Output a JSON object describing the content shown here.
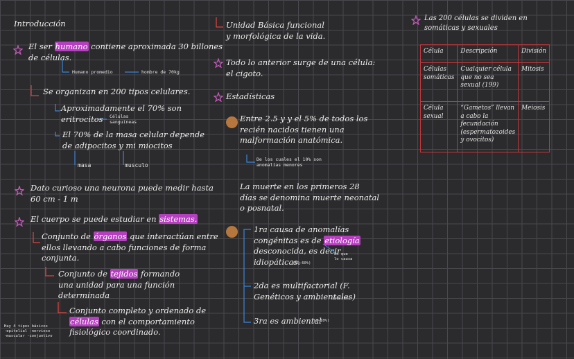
{
  "heading": "Introducción",
  "left": {
    "p1": [
      "El ser ",
      "humano",
      " contiene aproximada 30 billones",
      "de células."
    ],
    "n1a": "Humano promedio",
    "n1b": "hombre de 70kg",
    "p2": "Se organizan en 200 tipos celulares.",
    "p3": [
      "Aproximadamente el 70% son",
      "eritrocitos"
    ],
    "n3": [
      "Células",
      "sanguíneas"
    ],
    "p4": [
      "El 70% de la masa celular depende",
      "de adipocitos y mi miocitos"
    ],
    "n4a": "masa",
    "n4b": "musculo",
    "p5": [
      "Dato curioso una neurona puede medir hasta",
      "60 cm - 1 m"
    ],
    "p6": [
      "El cuerpo se puede estudiar en ",
      "sistemas."
    ],
    "p7": [
      "Conjunto de ",
      "órganos",
      " que interactúan entre",
      "ellos llevando a cabo funciones de forma",
      "conjunta."
    ],
    "p8": [
      "Conjunto de ",
      "tejidos",
      " formando",
      "una unidad para una función",
      "determinada"
    ],
    "p9": [
      "Conjunto completo y ordenado de",
      "células",
      " con el comportamiento",
      "fisiológico coordinado."
    ],
    "corner": [
      "Hay 4 tipos básicos",
      "-epitelial    -nervioso",
      "-muscular   -conjuntivo"
    ]
  },
  "mid": {
    "p1": [
      "Unidad Básica funcional",
      "y morfológica de la vida."
    ],
    "p2": [
      "Todo lo anterior surge de una célula:",
      "el cigoto."
    ],
    "p3": "Estadísticas",
    "p4": [
      "Entre 2.5 y y el 5% de todos los",
      "recién nacidos tienen una",
      "malformación anatómica."
    ],
    "n4": [
      "De los cuales el 10% son",
      "anomalías menores"
    ],
    "p5": [
      "La muerte en los primeros 28",
      "días se denomina muerte neonatal",
      "o posnatal."
    ],
    "p6": [
      "1ra causa de anomalías",
      "congénitas es de ",
      "etiología",
      "desconocida, es decir",
      "idiopáticas."
    ],
    "n6a": "(50-60%)",
    "n6b": [
      "Lo que",
      "lo causa"
    ],
    "p7": [
      "2da es multifactorial (F.",
      "Genéticos y ambientales)"
    ],
    "n7": "(20-25%)",
    "p8": "3ra es ambiental",
    "n8": "(7-10%)"
  },
  "right": {
    "title": [
      "Las 200 células se dividen en",
      "somáticas y sexuales"
    ],
    "table": {
      "headers": [
        "Célula",
        "Descripción",
        "División"
      ],
      "rows": [
        [
          "Células somáticas",
          "Cualquier célula que no sea sexual (199)",
          "Mitosis"
        ],
        [
          "Célula sexual",
          "“Gametos” llevan a cabo la fecundación (espermatozoides y ovocitos)",
          "Meiosis"
        ]
      ]
    }
  },
  "colors": {
    "grid": "#4a4a4e",
    "bg": "#2b2b2d",
    "highlight": "#b53fbf",
    "star": "#c05ab8",
    "arrow": "#3a86d8",
    "bracket": "#d8443f",
    "dot": "#b5773d",
    "table": "#c9353b"
  }
}
